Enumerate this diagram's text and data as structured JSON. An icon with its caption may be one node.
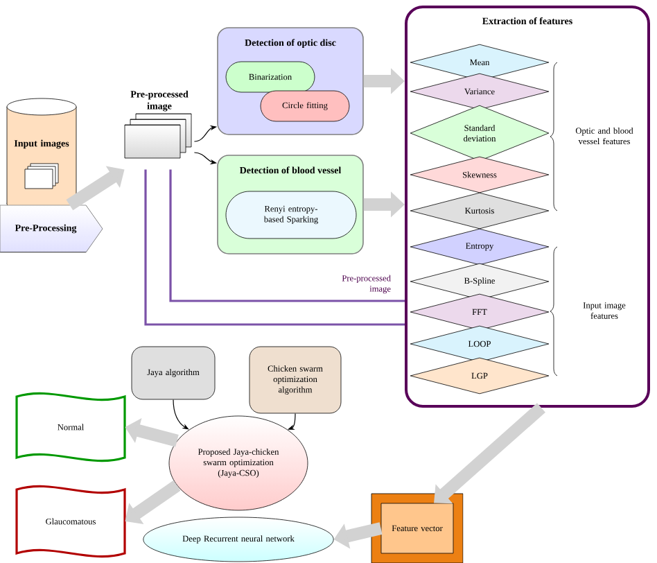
{
  "diagram": {
    "nodes": [
      {
        "text": [
          "Input images"
        ]
      },
      {
        "text": [
          "Pre-Processing"
        ]
      },
      {
        "text": [
          "Pre-processed image"
        ]
      },
      {
        "text": [
          "Detection of optic disc"
        ]
      },
      {
        "text": [
          "Binarization"
        ],
        "in": 3
      },
      {
        "text": [
          "Circle fitting"
        ],
        "in": 3
      },
      {
        "text": [
          "Detection of blood vessel"
        ]
      },
      {
        "text": [
          "Renyi entropy-based Sparking"
        ],
        "in": 6
      },
      {
        "text": [
          "Extraction of features"
        ]
      },
      {
        "text": [
          "Mean"
        ],
        "in": 8
      },
      {
        "text": [
          "Variance"
        ],
        "in": 8
      },
      {
        "text": [
          "Standard deviation"
        ],
        "in": 8
      },
      {
        "text": [
          "Skewness"
        ],
        "in": 8
      },
      {
        "text": [
          "Kurtosis"
        ],
        "in": 8
      },
      {
        "text": [
          "Entropy"
        ],
        "in": 8
      },
      {
        "text": [
          "B-Spline"
        ],
        "in": 8
      },
      {
        "text": [
          "FFT"
        ],
        "in": 8
      },
      {
        "text": [
          "LOOP"
        ],
        "in": 8
      },
      {
        "text": [
          "LGP"
        ],
        "in": 8
      },
      {
        "text": [
          "Feature vector"
        ]
      },
      {
        "text": [
          "Jaya algorithm"
        ]
      },
      {
        "text": [
          "Chicken swarm optimization algorithm"
        ]
      },
      {
        "text": [
          "Proposed Jaya-chicken swarm optimization (Jaya-CSO)"
        ]
      },
      {
        "text": [
          "Deep Recurrent neural network"
        ]
      },
      {
        "text": [
          "Normal"
        ]
      },
      {
        "text": [
          "Glaucomatous"
        ]
      }
    ],
    "edges": [
      {
        "from": 1,
        "to": 2,
        "arrow": "to"
      },
      {
        "from": 2,
        "to": 3,
        "arrow": "to",
        "color": "#000000"
      },
      {
        "from": 2,
        "to": 6,
        "arrow": "to",
        "color": "#000000"
      },
      {
        "from": 3,
        "to": 8,
        "arrow": "to"
      },
      {
        "from": 6,
        "to": 8,
        "arrow": "to"
      },
      {
        "from": 2,
        "to": 8,
        "arrow": "none",
        "label": "Pre-processed image",
        "color": "#7b52a8"
      },
      {
        "from": 2,
        "to": 8,
        "arrow": "none",
        "color": "#7b52a8"
      },
      {
        "from": 8,
        "to": 19,
        "arrow": "to"
      },
      {
        "from": 19,
        "to": 23,
        "arrow": "to"
      },
      {
        "from": 20,
        "to": 22,
        "arrow": "to",
        "color": "#000000"
      },
      {
        "from": 21,
        "to": 22,
        "arrow": "to",
        "color": "#000000"
      },
      {
        "from": 22,
        "to": 24,
        "arrow": "to"
      },
      {
        "from": 22,
        "to": 25,
        "arrow": "to"
      }
    ],
    "labels": [
      "Optic and blood vessel features",
      "Input image features"
    ]
  }
}
